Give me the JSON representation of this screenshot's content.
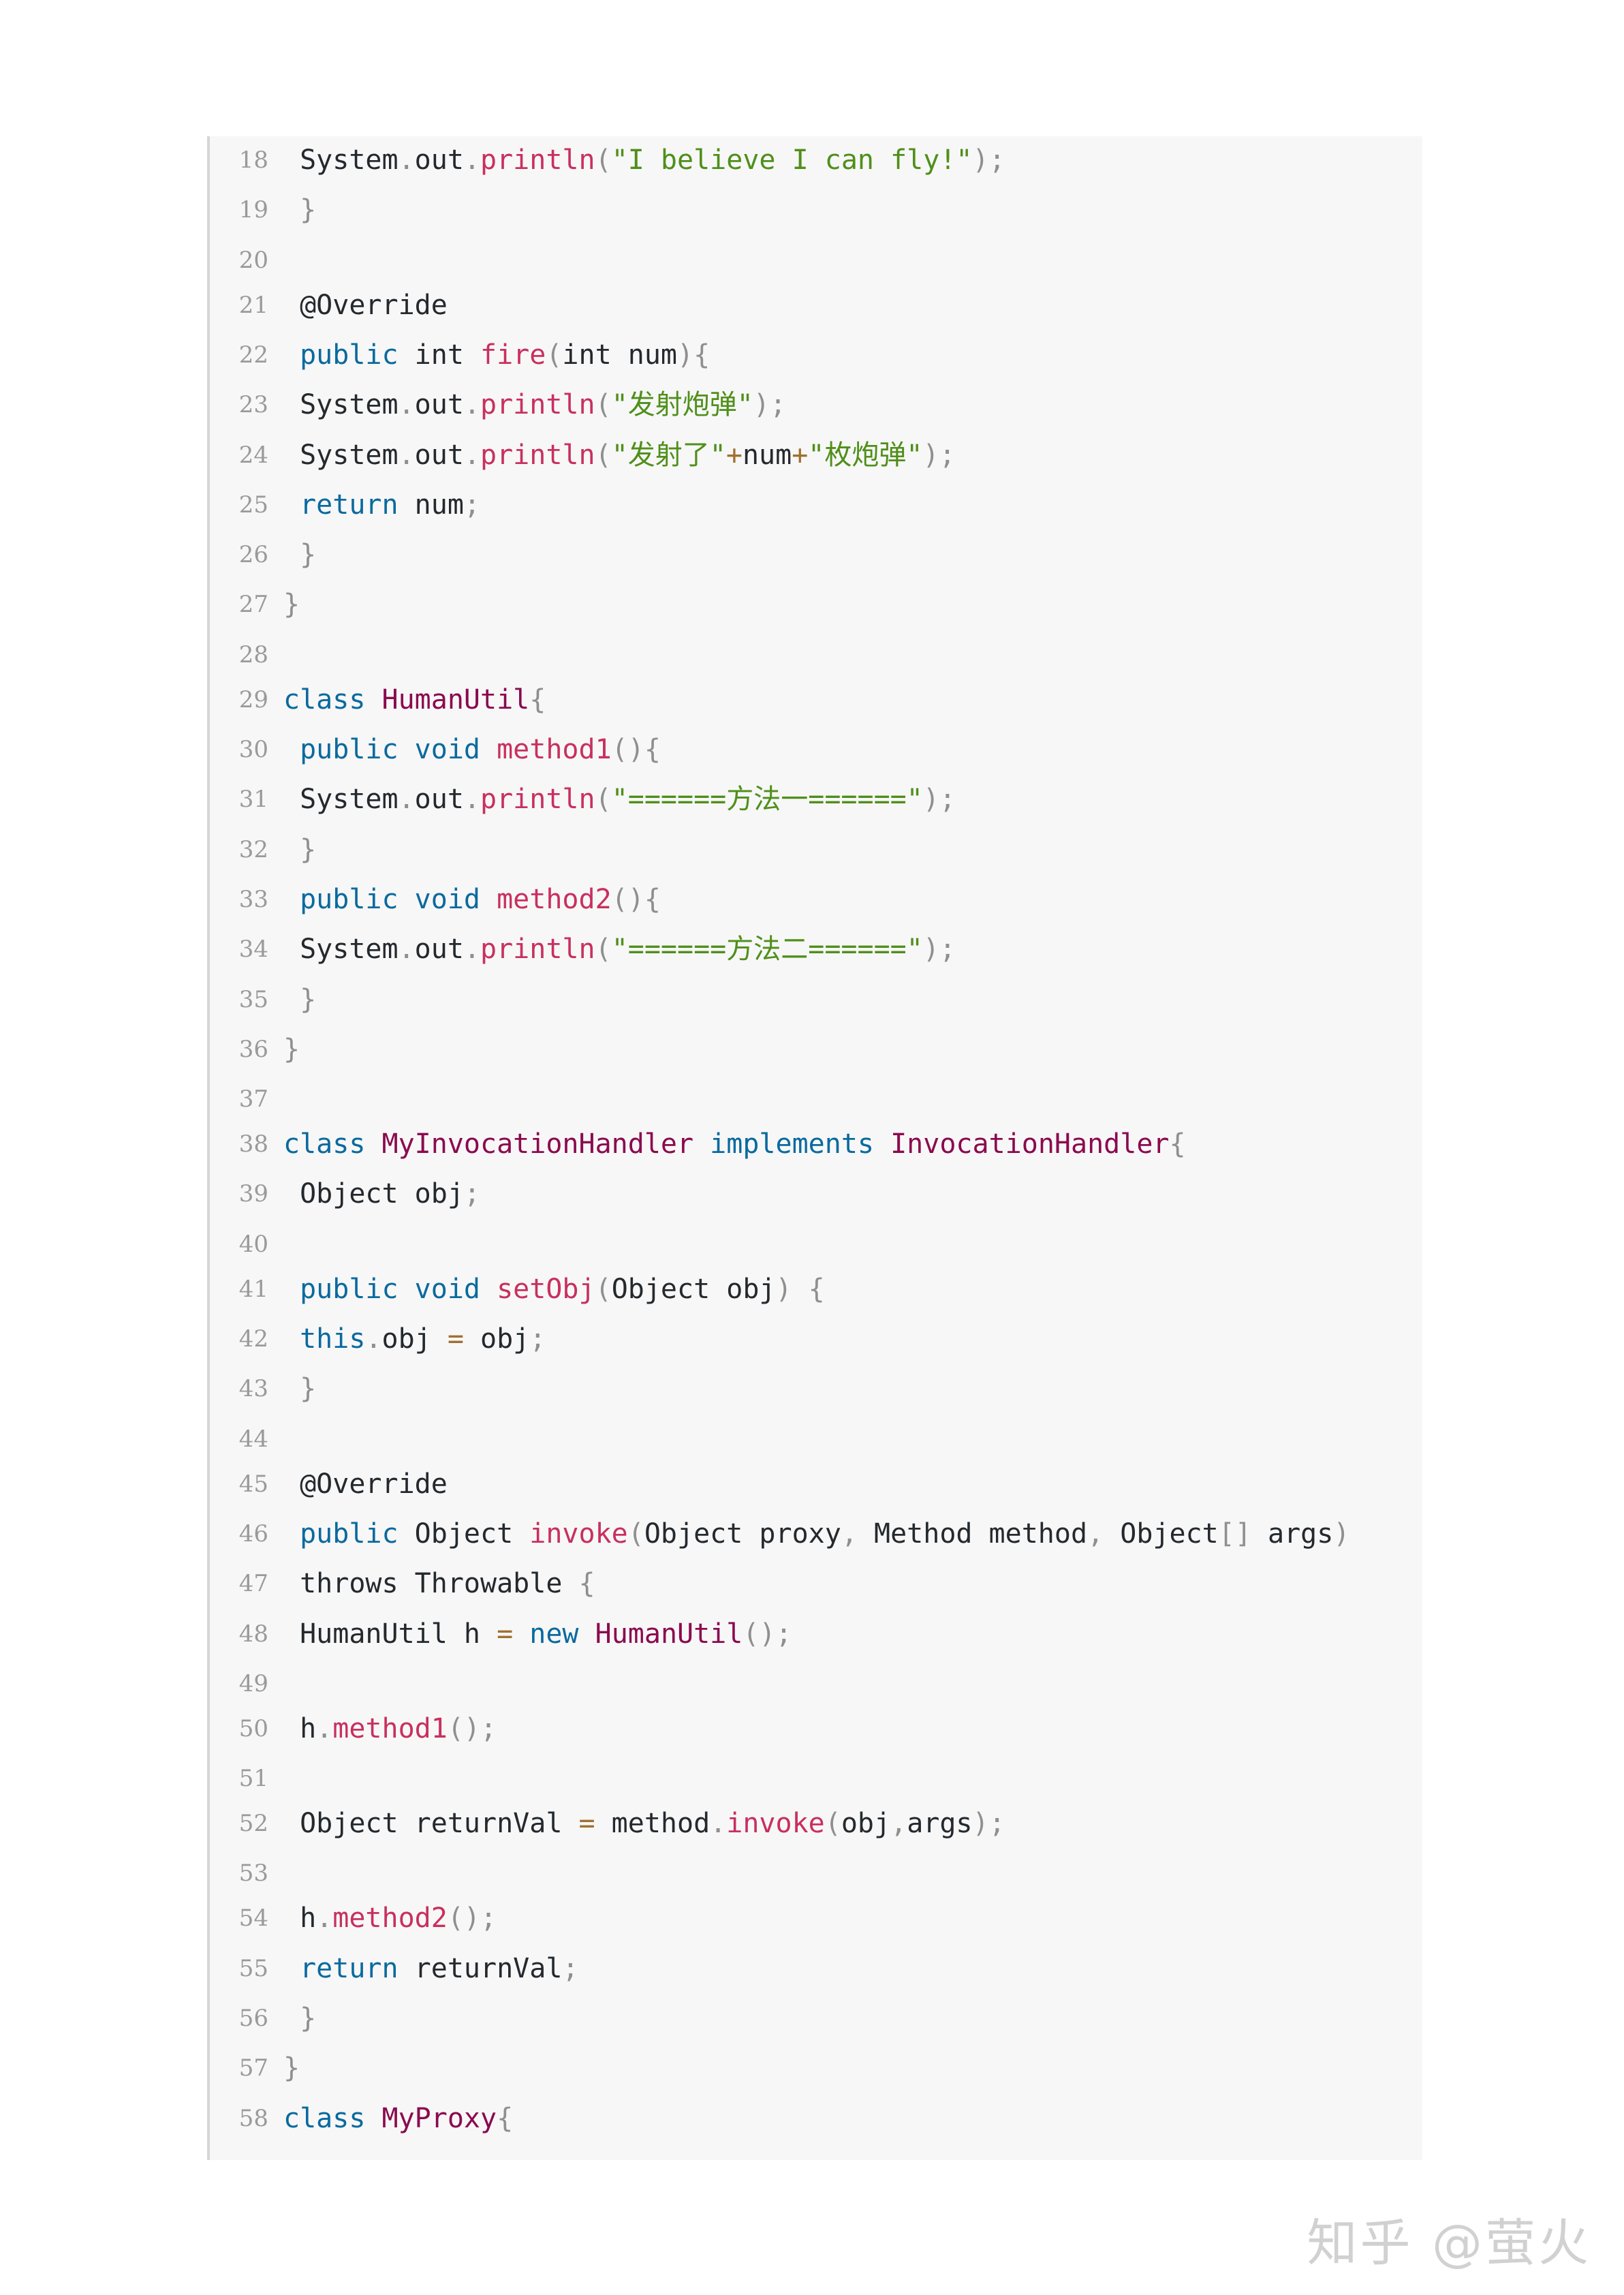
{
  "watermark": "知乎 @萤火",
  "code": {
    "lines": [
      {
        "n": "18",
        "tokens": [
          {
            "t": " System",
            "c": ""
          },
          {
            "t": ".",
            "c": "pun"
          },
          {
            "t": "out",
            "c": ""
          },
          {
            "t": ".",
            "c": "pun"
          },
          {
            "t": "println",
            "c": "fn"
          },
          {
            "t": "(",
            "c": "pun"
          },
          {
            "t": "\"I believe I can fly!\"",
            "c": "str"
          },
          {
            "t": ");",
            "c": "pun"
          }
        ]
      },
      {
        "n": "19",
        "tokens": [
          {
            "t": " }",
            "c": "pun"
          }
        ]
      },
      {
        "n": "20",
        "tokens": []
      },
      {
        "n": "21",
        "tokens": [
          {
            "t": " @Override",
            "c": ""
          }
        ]
      },
      {
        "n": "22",
        "tokens": [
          {
            "t": " public",
            "c": "kw"
          },
          {
            "t": " int ",
            "c": ""
          },
          {
            "t": "fire",
            "c": "fn"
          },
          {
            "t": "(",
            "c": "pun"
          },
          {
            "t": "int num",
            "c": ""
          },
          {
            "t": "){",
            "c": "pun"
          }
        ]
      },
      {
        "n": "23",
        "tokens": [
          {
            "t": " System",
            "c": ""
          },
          {
            "t": ".",
            "c": "pun"
          },
          {
            "t": "out",
            "c": ""
          },
          {
            "t": ".",
            "c": "pun"
          },
          {
            "t": "println",
            "c": "fn"
          },
          {
            "t": "(",
            "c": "pun"
          },
          {
            "t": "\"发射炮弹\"",
            "c": "str"
          },
          {
            "t": ");",
            "c": "pun"
          }
        ]
      },
      {
        "n": "24",
        "tokens": [
          {
            "t": " System",
            "c": ""
          },
          {
            "t": ".",
            "c": "pun"
          },
          {
            "t": "out",
            "c": ""
          },
          {
            "t": ".",
            "c": "pun"
          },
          {
            "t": "println",
            "c": "fn"
          },
          {
            "t": "(",
            "c": "pun"
          },
          {
            "t": "\"发射了\"",
            "c": "str"
          },
          {
            "t": "+",
            "c": "op"
          },
          {
            "t": "num",
            "c": ""
          },
          {
            "t": "+",
            "c": "op"
          },
          {
            "t": "\"枚炮弹\"",
            "c": "str"
          },
          {
            "t": ");",
            "c": "pun"
          }
        ]
      },
      {
        "n": "25",
        "tokens": [
          {
            "t": " return",
            "c": "kw"
          },
          {
            "t": " num",
            "c": ""
          },
          {
            "t": ";",
            "c": "pun"
          }
        ]
      },
      {
        "n": "26",
        "tokens": [
          {
            "t": " }",
            "c": "pun"
          }
        ]
      },
      {
        "n": "27",
        "tokens": [
          {
            "t": "}",
            "c": "pun"
          }
        ]
      },
      {
        "n": "28",
        "tokens": []
      },
      {
        "n": "29",
        "tokens": [
          {
            "t": "class",
            "c": "kw"
          },
          {
            "t": " ",
            "c": ""
          },
          {
            "t": "HumanUtil",
            "c": "cls"
          },
          {
            "t": "{",
            "c": "pun"
          }
        ]
      },
      {
        "n": "30",
        "tokens": [
          {
            "t": " public",
            "c": "kw"
          },
          {
            "t": " ",
            "c": ""
          },
          {
            "t": "void",
            "c": "kw"
          },
          {
            "t": " ",
            "c": ""
          },
          {
            "t": "method1",
            "c": "fn"
          },
          {
            "t": "(){",
            "c": "pun"
          }
        ]
      },
      {
        "n": "31",
        "tokens": [
          {
            "t": " System",
            "c": ""
          },
          {
            "t": ".",
            "c": "pun"
          },
          {
            "t": "out",
            "c": ""
          },
          {
            "t": ".",
            "c": "pun"
          },
          {
            "t": "println",
            "c": "fn"
          },
          {
            "t": "(",
            "c": "pun"
          },
          {
            "t": "\"======方法一======\"",
            "c": "str"
          },
          {
            "t": ");",
            "c": "pun"
          }
        ]
      },
      {
        "n": "32",
        "tokens": [
          {
            "t": " }",
            "c": "pun"
          }
        ]
      },
      {
        "n": "33",
        "tokens": [
          {
            "t": " public",
            "c": "kw"
          },
          {
            "t": " ",
            "c": ""
          },
          {
            "t": "void",
            "c": "kw"
          },
          {
            "t": " ",
            "c": ""
          },
          {
            "t": "method2",
            "c": "fn"
          },
          {
            "t": "(){",
            "c": "pun"
          }
        ]
      },
      {
        "n": "34",
        "tokens": [
          {
            "t": " System",
            "c": ""
          },
          {
            "t": ".",
            "c": "pun"
          },
          {
            "t": "out",
            "c": ""
          },
          {
            "t": ".",
            "c": "pun"
          },
          {
            "t": "println",
            "c": "fn"
          },
          {
            "t": "(",
            "c": "pun"
          },
          {
            "t": "\"======方法二======\"",
            "c": "str"
          },
          {
            "t": ");",
            "c": "pun"
          }
        ]
      },
      {
        "n": "35",
        "tokens": [
          {
            "t": " }",
            "c": "pun"
          }
        ]
      },
      {
        "n": "36",
        "tokens": [
          {
            "t": "}",
            "c": "pun"
          }
        ]
      },
      {
        "n": "37",
        "tokens": []
      },
      {
        "n": "38",
        "tokens": [
          {
            "t": "class",
            "c": "kw"
          },
          {
            "t": " ",
            "c": ""
          },
          {
            "t": "MyInvocationHandler",
            "c": "cls"
          },
          {
            "t": " ",
            "c": ""
          },
          {
            "t": "implements",
            "c": "kw"
          },
          {
            "t": " ",
            "c": ""
          },
          {
            "t": "InvocationHandler",
            "c": "cls"
          },
          {
            "t": "{",
            "c": "pun"
          }
        ]
      },
      {
        "n": "39",
        "tokens": [
          {
            "t": " Object obj",
            "c": ""
          },
          {
            "t": ";",
            "c": "pun"
          }
        ]
      },
      {
        "n": "40",
        "tokens": []
      },
      {
        "n": "41",
        "tokens": [
          {
            "t": " public",
            "c": "kw"
          },
          {
            "t": " ",
            "c": ""
          },
          {
            "t": "void",
            "c": "kw"
          },
          {
            "t": " ",
            "c": ""
          },
          {
            "t": "setObj",
            "c": "fn"
          },
          {
            "t": "(",
            "c": "pun"
          },
          {
            "t": "Object obj",
            "c": ""
          },
          {
            "t": ") {",
            "c": "pun"
          }
        ]
      },
      {
        "n": "42",
        "tokens": [
          {
            "t": " this",
            "c": "kw"
          },
          {
            "t": ".",
            "c": "pun"
          },
          {
            "t": "obj ",
            "c": ""
          },
          {
            "t": "=",
            "c": "op"
          },
          {
            "t": " obj",
            "c": ""
          },
          {
            "t": ";",
            "c": "pun"
          }
        ]
      },
      {
        "n": "43",
        "tokens": [
          {
            "t": " }",
            "c": "pun"
          }
        ]
      },
      {
        "n": "44",
        "tokens": []
      },
      {
        "n": "45",
        "tokens": [
          {
            "t": " @Override",
            "c": ""
          }
        ]
      },
      {
        "n": "46",
        "tokens": [
          {
            "t": " public",
            "c": "kw"
          },
          {
            "t": " Object ",
            "c": ""
          },
          {
            "t": "invoke",
            "c": "fn"
          },
          {
            "t": "(",
            "c": "pun"
          },
          {
            "t": "Object proxy",
            "c": ""
          },
          {
            "t": ", ",
            "c": "pun"
          },
          {
            "t": "Method method",
            "c": ""
          },
          {
            "t": ", ",
            "c": "pun"
          },
          {
            "t": "Object",
            "c": ""
          },
          {
            "t": "[]",
            "c": "pun"
          },
          {
            "t": " args",
            "c": ""
          },
          {
            "t": ")",
            "c": "pun"
          }
        ]
      },
      {
        "n": "47",
        "tokens": [
          {
            "t": " throws Throwable ",
            "c": ""
          },
          {
            "t": "{",
            "c": "pun"
          }
        ]
      },
      {
        "n": "48",
        "tokens": [
          {
            "t": " HumanUtil h ",
            "c": ""
          },
          {
            "t": "=",
            "c": "op"
          },
          {
            "t": " ",
            "c": ""
          },
          {
            "t": "new",
            "c": "kw"
          },
          {
            "t": " ",
            "c": ""
          },
          {
            "t": "HumanUtil",
            "c": "cls"
          },
          {
            "t": "();",
            "c": "pun"
          }
        ]
      },
      {
        "n": "49",
        "tokens": []
      },
      {
        "n": "50",
        "tokens": [
          {
            "t": " h",
            "c": ""
          },
          {
            "t": ".",
            "c": "pun"
          },
          {
            "t": "method1",
            "c": "fn"
          },
          {
            "t": "();",
            "c": "pun"
          }
        ]
      },
      {
        "n": "51",
        "tokens": []
      },
      {
        "n": "52",
        "tokens": [
          {
            "t": " Object returnVal ",
            "c": ""
          },
          {
            "t": "=",
            "c": "op"
          },
          {
            "t": " method",
            "c": ""
          },
          {
            "t": ".",
            "c": "pun"
          },
          {
            "t": "invoke",
            "c": "fn"
          },
          {
            "t": "(",
            "c": "pun"
          },
          {
            "t": "obj",
            "c": ""
          },
          {
            "t": ",",
            "c": "pun"
          },
          {
            "t": "args",
            "c": ""
          },
          {
            "t": ");",
            "c": "pun"
          }
        ]
      },
      {
        "n": "53",
        "tokens": []
      },
      {
        "n": "54",
        "tokens": [
          {
            "t": " h",
            "c": ""
          },
          {
            "t": ".",
            "c": "pun"
          },
          {
            "t": "method2",
            "c": "fn"
          },
          {
            "t": "();",
            "c": "pun"
          }
        ]
      },
      {
        "n": "55",
        "tokens": [
          {
            "t": " return",
            "c": "kw"
          },
          {
            "t": " returnVal",
            "c": ""
          },
          {
            "t": ";",
            "c": "pun"
          }
        ]
      },
      {
        "n": "56",
        "tokens": [
          {
            "t": " }",
            "c": "pun"
          }
        ]
      },
      {
        "n": "57",
        "tokens": [
          {
            "t": "}",
            "c": "pun"
          }
        ]
      },
      {
        "n": "58",
        "tokens": [
          {
            "t": "class",
            "c": "kw"
          },
          {
            "t": " ",
            "c": ""
          },
          {
            "t": "MyProxy",
            "c": "cls"
          },
          {
            "t": "{",
            "c": "pun"
          }
        ]
      }
    ]
  }
}
